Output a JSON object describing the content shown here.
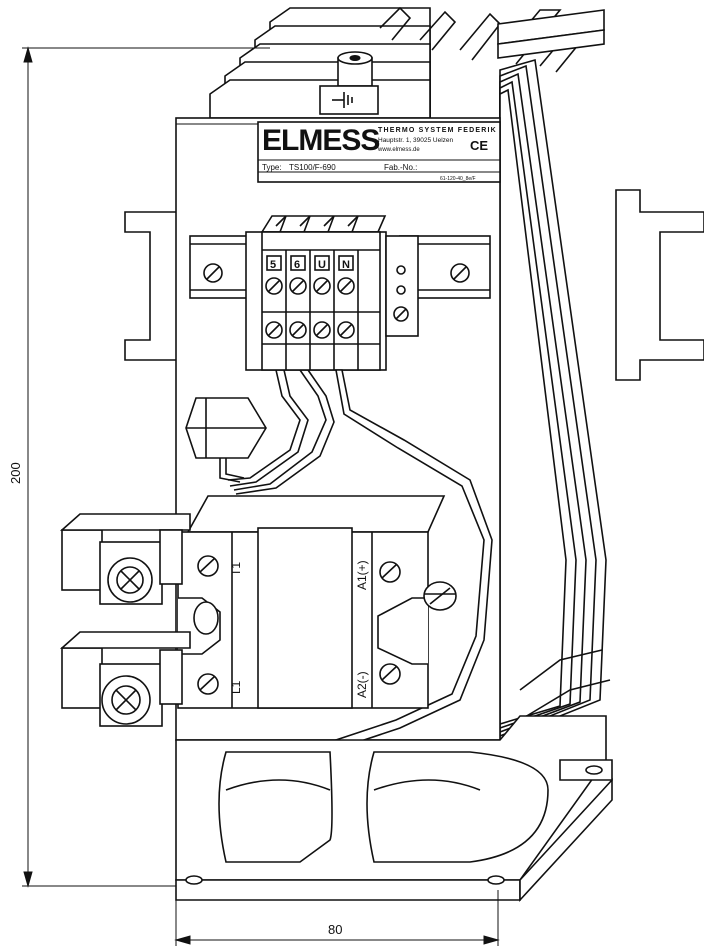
{
  "brand": {
    "name": "ELMESS",
    "tagline": "THERMO SYSTEM FEDERIK",
    "address": "Hauptstr. 1, 39025 Uelzen",
    "web": "www.elmess.de",
    "ce_mark": "CE"
  },
  "nameplate": {
    "type_label": "Type:",
    "type_value": "TS100/F-690",
    "fab_label": "Fab.-No.:",
    "code": "61-120-40_8e/F"
  },
  "terminals": [
    "5",
    "6",
    "U",
    "N"
  ],
  "relay": {
    "t1": "T1",
    "l1": "L1",
    "a1": "A1(+)",
    "a2": "A2(-)"
  },
  "dimensions": {
    "height": "200",
    "width": "80"
  }
}
